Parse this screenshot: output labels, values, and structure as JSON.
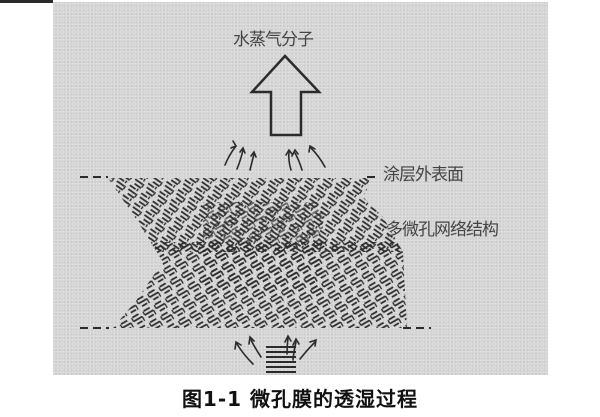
{
  "figure": {
    "labels": {
      "vapor": "水蒸气分子",
      "outer_surface": "涂层外表面",
      "network": "多微孔网络结构"
    },
    "caption": "图1-1 微孔膜的透湿过程",
    "colors": {
      "background": "#d6d6d6",
      "ink": "#2b2b2b",
      "label_text": "#444444",
      "caption_text": "#111111"
    }
  }
}
